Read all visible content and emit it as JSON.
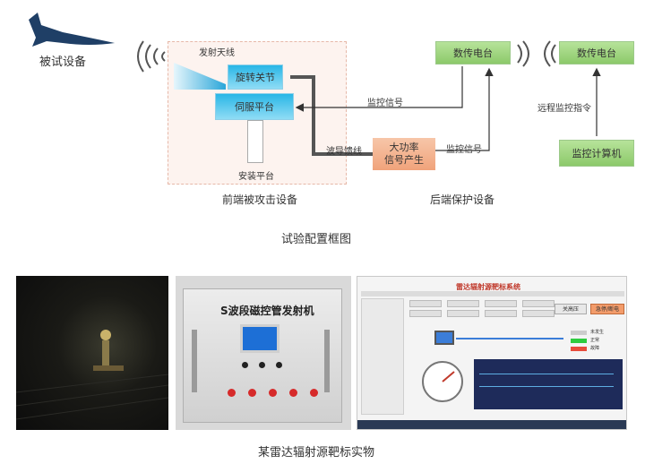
{
  "diagram": {
    "device_under_test": "被试设备",
    "transmit_antenna": "发射天线",
    "rotary_joint": "旋转关节",
    "servo_platform": "伺服平台",
    "mount_platform": "安装平台",
    "front_end_label": "前端被攻击设备",
    "datalink_station_1": "数传电台",
    "datalink_station_2": "数传电台",
    "monitor_signal_1": "监控信号",
    "monitor_signal_2": "监控信号",
    "waveguide": "波导馈线",
    "hp_signal_line1": "大功率",
    "hp_signal_line2": "信号产生",
    "remote_command": "远程监控指令",
    "monitor_computer": "监控计算机",
    "back_end_label": "后端保护设备",
    "caption": "试验配置框图"
  },
  "photos": {
    "transmitter_panel_title": "S波段磁控管发射机",
    "software_title": "雷达辐射源靶标系统",
    "software_buttons": [
      "关高压",
      "急停/断电"
    ],
    "software_legend": [
      "未发生",
      "正常",
      "故障"
    ],
    "caption": "某雷达辐射源靶标实物"
  },
  "colors": {
    "blue": "#29b6e6",
    "green": "#8cc96a",
    "orange": "#f0a37b",
    "arrow": "#333333",
    "waveguide": "#555555"
  }
}
